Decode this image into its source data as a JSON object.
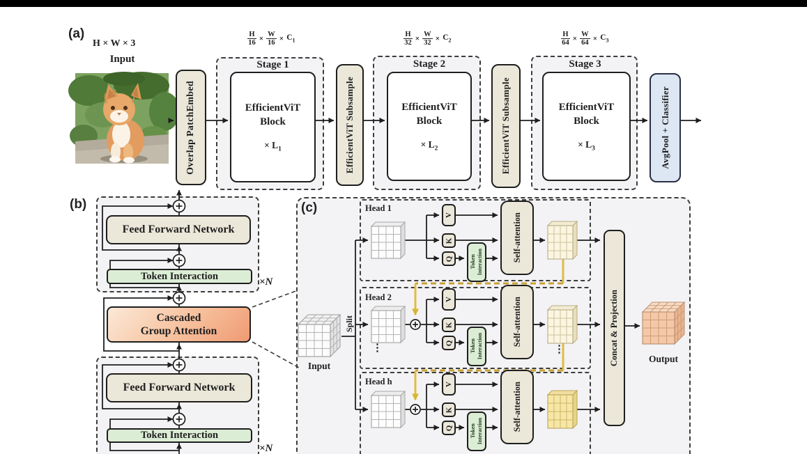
{
  "figure": {
    "panel_a": {
      "label": "(a)",
      "input_dim": "H × W × 3",
      "input_caption": "Input",
      "patch_embed": "Overlap PatchEmbed",
      "subsample": "EfficientViT Subsample",
      "avgpool": "AvgPool + Classifier",
      "stages": [
        {
          "title": "Stage 1",
          "line1": "EfficientViT",
          "line2": "Block",
          "mult": "× L",
          "mult_sub": "1",
          "num1": "H",
          "den1": "16",
          "times": "×",
          "num2": "W",
          "den2": "16",
          "c": "C",
          "c_sub": "1"
        },
        {
          "title": "Stage 2",
          "line1": "EfficientViT",
          "line2": "Block",
          "mult": "× L",
          "mult_sub": "2",
          "num1": "H",
          "den1": "32",
          "times": "×",
          "num2": "W",
          "den2": "32",
          "c": "C",
          "c_sub": "2"
        },
        {
          "title": "Stage 3",
          "line1": "EfficientViT",
          "line2": "Block",
          "mult": "× L",
          "mult_sub": "3",
          "num1": "H",
          "den1": "64",
          "times": "×",
          "num2": "W",
          "den2": "64",
          "c": "C",
          "c_sub": "3"
        }
      ]
    },
    "panel_b": {
      "label": "(b)",
      "ffn": "Feed Forward Network",
      "token_interaction": "Token Interaction",
      "cga1": "Cascaded",
      "cga2": "Group Attention",
      "repeat": "×N"
    },
    "panel_c": {
      "label": "(c)",
      "input_caption": "Input",
      "split": "Split",
      "heads": [
        "Head 1",
        "Head 2",
        "Head h"
      ],
      "v": "V",
      "k": "K",
      "q": "Q",
      "ti_line1": "Token",
      "ti_line2": "Interaction",
      "self_attention": "Self-attention",
      "concat": "Concat & Projection",
      "output_caption": "Output",
      "dots": "⋮"
    },
    "colors": {
      "beige_box": "#ebe7d9",
      "green_box": "#dcedd6",
      "blue_box": "#dde7f3",
      "cga_orange": "#ef9a73",
      "cascade_yellow": "#e0bc43"
    }
  }
}
